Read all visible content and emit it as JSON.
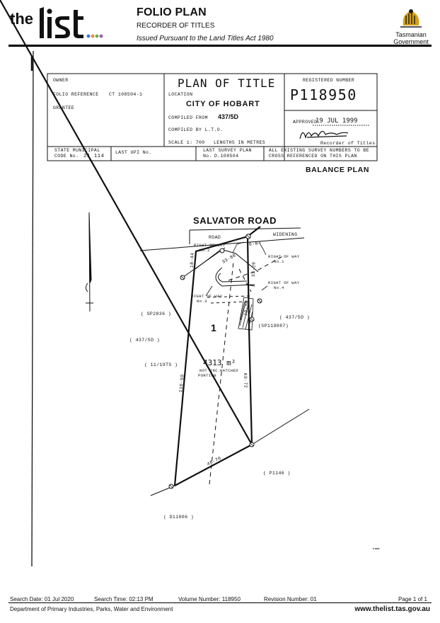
{
  "header": {
    "logo_text": "the list",
    "title": "FOLIO PLAN",
    "subtitle": "RECORDER OF TITLES",
    "act": "Issued Pursuant to the Land Titles Act 1980",
    "gov_line1": "Tasmanian",
    "gov_line2": "Government"
  },
  "title_block": {
    "owner_label": "OWNER",
    "folio_label": "FOLIO REFERENCE",
    "folio_value": "CT 108504-1",
    "grantee_label": "GRANTEE",
    "plan_heading": "PLAN OF TITLE",
    "location_label": "LOCATION",
    "location_value": "CITY OF HOBART",
    "compiled_from_label": "COMPILED FROM",
    "compiled_from_value": "437/5D",
    "compiled_by": "COMPILED BY L.T.O.",
    "scale": "SCALE 1: 700",
    "lengths": "LENGTHS IN METRES",
    "registered_label": "REGISTERED NUMBER",
    "registered_value": "P118950",
    "approved_label": "APPROVED",
    "approved_value": "19 JUL 1999",
    "recorder": "Recorder of Titles",
    "state_label_1": "STATE MUNICIPAL",
    "state_label_2": "CODE No.",
    "state_value": "21 114",
    "last_upi": "LAST UPI No.",
    "last_survey_1": "LAST SURVEY PLAN",
    "last_survey_2": "No.",
    "last_survey_value": "D.108504",
    "note_1": "ALL EXISTING SURVEY NUMBERS TO BE",
    "note_2": "CROSS REFERENCED ON THIS PLAN",
    "balance": "BALANCE PLAN"
  },
  "plan": {
    "road": "SALVATOR ROAD",
    "road_small": "ROAD",
    "widening": "WIDENING",
    "row2_a": "RIGHT OF WAY",
    "row2_b": "No.2",
    "row1_a": "RIGHT OF WAY",
    "row1_b": "No.1",
    "row4_a": "RIGHT OF WAY",
    "row4_b": "No.4",
    "row3_a": "RIGHT OF WAY",
    "row3_b": "No.3",
    "d_684": "6·84",
    "d_3380": "33·80",
    "d_3229": "32·29",
    "d_1844": "18·44",
    "d_1030": "10·30",
    "d_11650": "116·50",
    "d_6972": "69·72",
    "d_4876": "48·76",
    "sp2836": "( SP2836 )",
    "p437_left": "( 437/5D )",
    "p437_right": "( 437/5D )",
    "p11975": "( 11/19TS )",
    "sp119087": "(SP119087)",
    "lot": "1",
    "area": "4313 m²",
    "not_inc_1": "NOT INC.",
    "not_inc_2": "PORTION",
    "hatched": "HATCHED",
    "p1146": "( P1146 )",
    "d11006": "( D11006 )",
    "tiny_code": "P 9620"
  },
  "footer": {
    "search_date": "Search Date: 01 Jul 2020",
    "search_time": "Search Time: 02:13 PM",
    "volume": "Volume Number: 118950",
    "revision": "Revision Number: 01",
    "page": "Page 1 of 1",
    "dept": "Department of Primary Industries, Parks, Water and Environment",
    "website": "www.thelist.tas.gov.au"
  },
  "colors": {
    "logo_dots": [
      "#2a7de1",
      "#f28c28",
      "#6ab04c",
      "#9b59b6"
    ],
    "gov_gold": "#d4a017",
    "ink": "#111111"
  }
}
